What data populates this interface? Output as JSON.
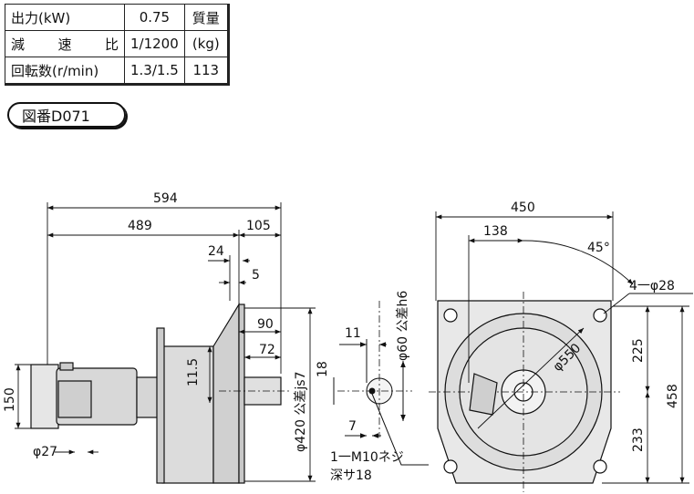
{
  "spec_table": {
    "output_label": "出力(kW)",
    "output_value": "0.75",
    "mass_label": "質量",
    "ratio_label": "減 速 比",
    "ratio_value": "1/1200",
    "mass_unit": "(kg)",
    "speed_label": "回転数(r/min)",
    "speed_value": "1.3/1.5",
    "mass_value": "113"
  },
  "figure_number": "図番D071",
  "dimensions": {
    "overall_length": "594",
    "body_length": "489",
    "shaft_length": "105",
    "dim_24": "24",
    "dim_5": "5",
    "dim_90": "90",
    "dim_72": "72",
    "dim_11_5": "11.5",
    "dim_18": "18",
    "flange_dia": "φ420 公差js7",
    "motor_height": "150",
    "motor_dia": "φ27",
    "key_11": "11",
    "key_7": "7",
    "shaft_dia": "φ60 公差h6",
    "tap_hole_1": "1一M10ネジ",
    "tap_hole_2": "深サ18",
    "flange_width": "450",
    "dim_138": "138",
    "angle": "45°",
    "bolt_holes": "4一φ28",
    "pcd": "φ550",
    "height_upper": "225",
    "height_lower": "233",
    "overall_height": "458"
  }
}
